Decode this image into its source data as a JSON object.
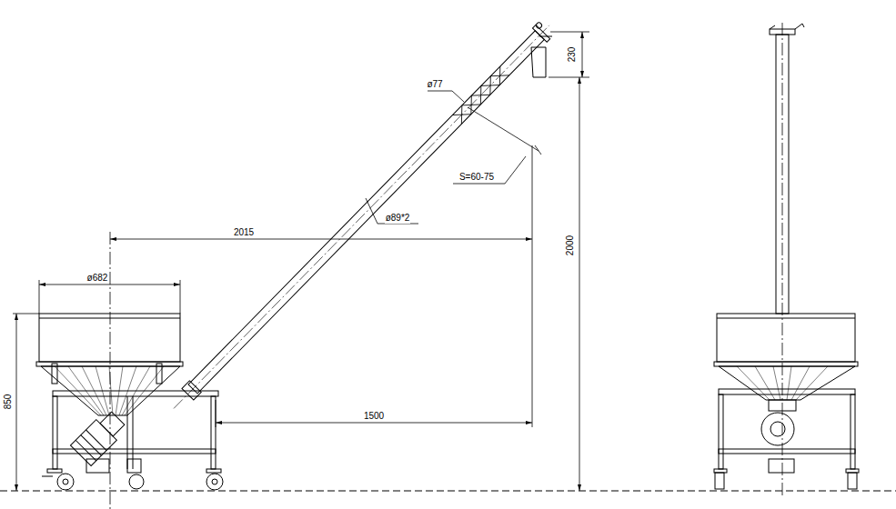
{
  "diagram": {
    "labels": [
      "230",
      "ø77",
      "S=60-75",
      "ø89*2",
      "2015",
      "2000",
      "ø682",
      "850",
      "1500"
    ]
  }
}
